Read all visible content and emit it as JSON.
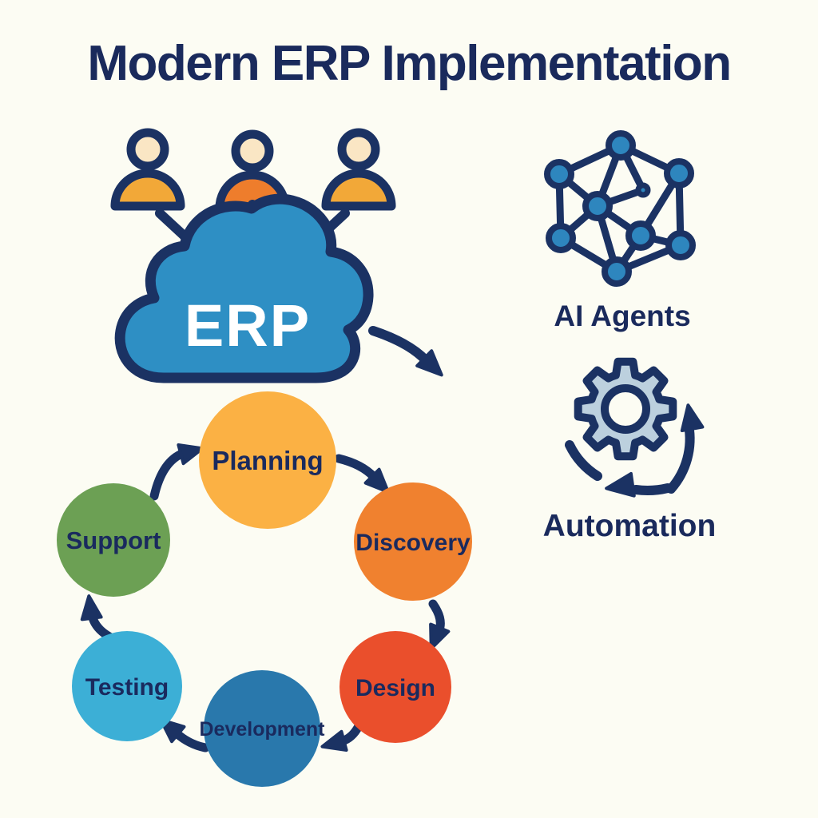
{
  "title": "Modern ERP Implementation",
  "colors": {
    "background": "#FCFCF3",
    "navy_outline": "#1B3263",
    "title_navy": "#1A2A5C",
    "cloud_blue": "#2E8FC4",
    "erp_label_white": "#FFFFFF",
    "user_skin": "#FAE6C4",
    "user_torso_gold": "#F2A838",
    "user_torso_orange": "#EE7D2C",
    "network_node_blue": "#2E86BE",
    "gear_fill": "#BCD0DE",
    "stage_label_navy": "#1A2A5E"
  },
  "cloud": {
    "label": "ERP"
  },
  "users": {
    "icon": "user-icon",
    "count": 3
  },
  "right_column": {
    "ai_agents_label": "AI Agents",
    "automation_label": "Automation"
  },
  "cycle": {
    "flow": "clockwise",
    "stages": [
      {
        "label": "Planning",
        "color": "#FBB144"
      },
      {
        "label": "Discovery",
        "color": "#F0812F"
      },
      {
        "label": "Design",
        "color": "#EA4F2C"
      },
      {
        "label": "Development",
        "color": "#2978AC"
      },
      {
        "label": "Testing",
        "color": "#3CAFD6"
      },
      {
        "label": "Support",
        "color": "#6CA054"
      }
    ]
  }
}
